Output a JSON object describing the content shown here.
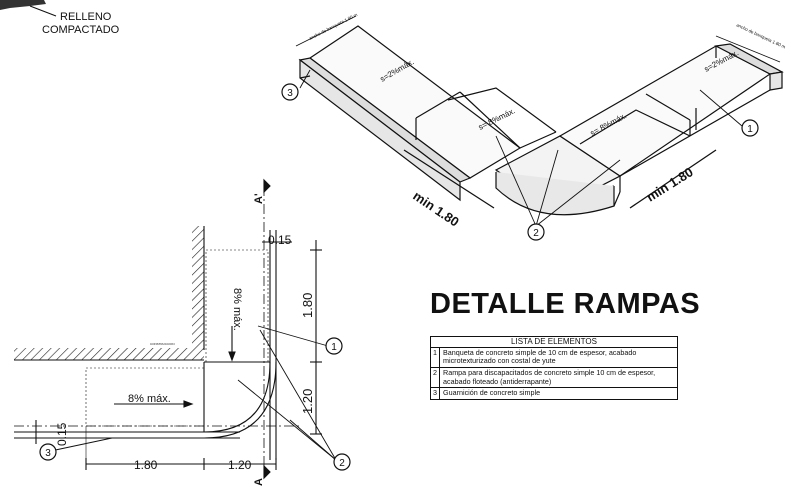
{
  "fill_label": "RELLENO\nCOMPACTADO",
  "title": "DETALLE RAMPAS",
  "legend": {
    "header": "LISTA DE ELEMENTOS",
    "items": [
      {
        "num": "1",
        "text": "Banqueta de concreto simple de 10 cm de espesor, acabado microtexturizado con costal de yute"
      },
      {
        "num": "2",
        "text": "Rampa para discapacitados de concreto simple 10 cm de espesor, acabado floteado (antiderrapante)"
      },
      {
        "num": "3",
        "text": "Guarnición de concreto simple"
      }
    ]
  },
  "iso_view": {
    "dim_left": "min 1.80",
    "dim_right": "min 1.80",
    "slope_1": "s=2%máx.",
    "slope_2": "s= 8%máx.",
    "slope_3": "s= 8%máx.",
    "slope_4": "s=2%máx.",
    "edge_note_left": "ancho de banqueta 1.80 m",
    "edge_note_right": "ancho de banqueta 1.80 m",
    "callouts": [
      "3",
      "2",
      "1"
    ]
  },
  "plan_view": {
    "dim_top": "0.15",
    "dim_vertical_1": "1.80",
    "dim_vertical_2": "1.20",
    "dim_bottom_1": "1.80",
    "dim_bottom_2": "1.20",
    "dim_left": "0.15",
    "slope_vertical": "8% máx.",
    "slope_horizontal": "8% máx.",
    "section_top": "A'",
    "section_bottom": "A",
    "small_note": "CONSTRUCCION",
    "callouts": [
      "1",
      "2",
      "3"
    ]
  }
}
